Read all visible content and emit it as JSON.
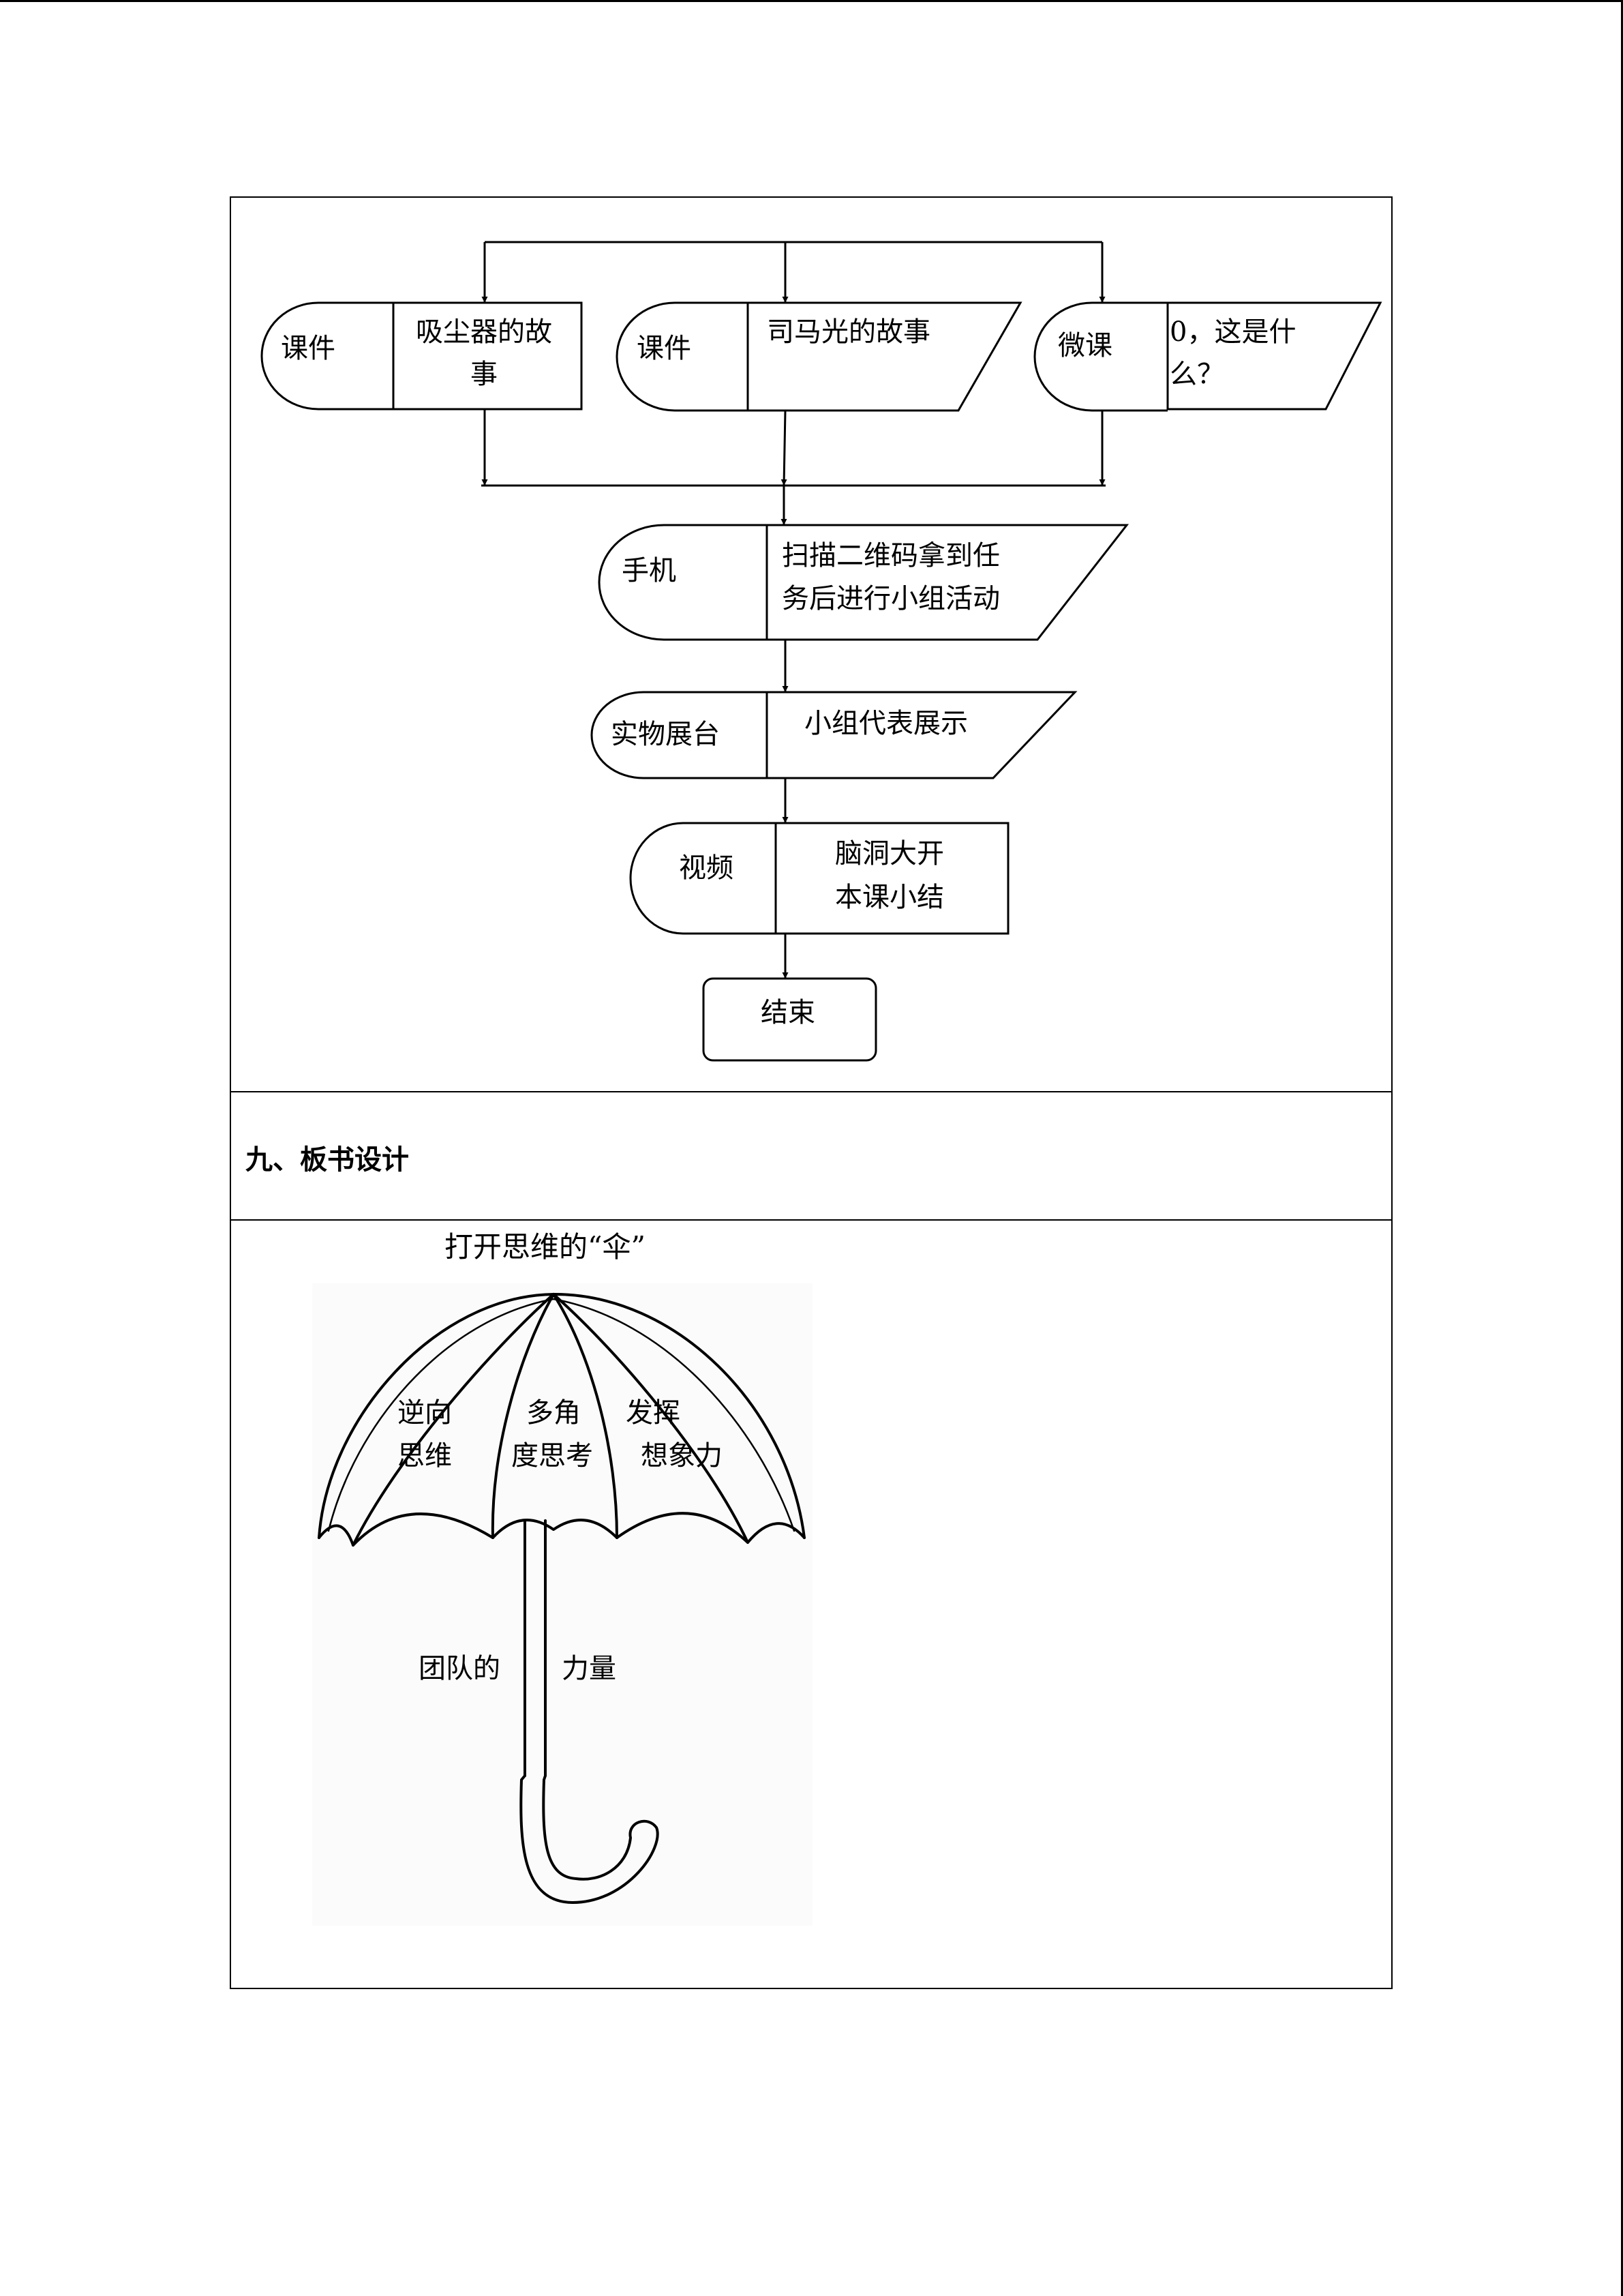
{
  "flowchart": {
    "branches": [
      {
        "media": "课件",
        "content": [
          "吸尘器的故",
          "事"
        ]
      },
      {
        "media": "课件",
        "content": [
          "司马光的故事"
        ]
      },
      {
        "media": "微课",
        "content": [
          "0，这是什",
          "么？"
        ]
      }
    ],
    "steps": [
      {
        "media": "手机",
        "content": [
          "扫描二维码拿到任",
          "务后进行小组活动"
        ]
      },
      {
        "media": "实物展台",
        "content": [
          "小组代表展示"
        ]
      },
      {
        "media": "视频",
        "content": [
          "脑洞大开",
          "本课小结"
        ]
      }
    ],
    "end_label": "结束"
  },
  "section": {
    "heading": "九、板书设计"
  },
  "board": {
    "title": "打开思维的“伞”",
    "umbrella_panels": [
      [
        "逆向",
        "思维"
      ],
      [
        "多角",
        "度思考"
      ],
      [
        "发挥",
        "想象力"
      ]
    ],
    "handle_labels": [
      "团队的",
      "力量"
    ]
  }
}
